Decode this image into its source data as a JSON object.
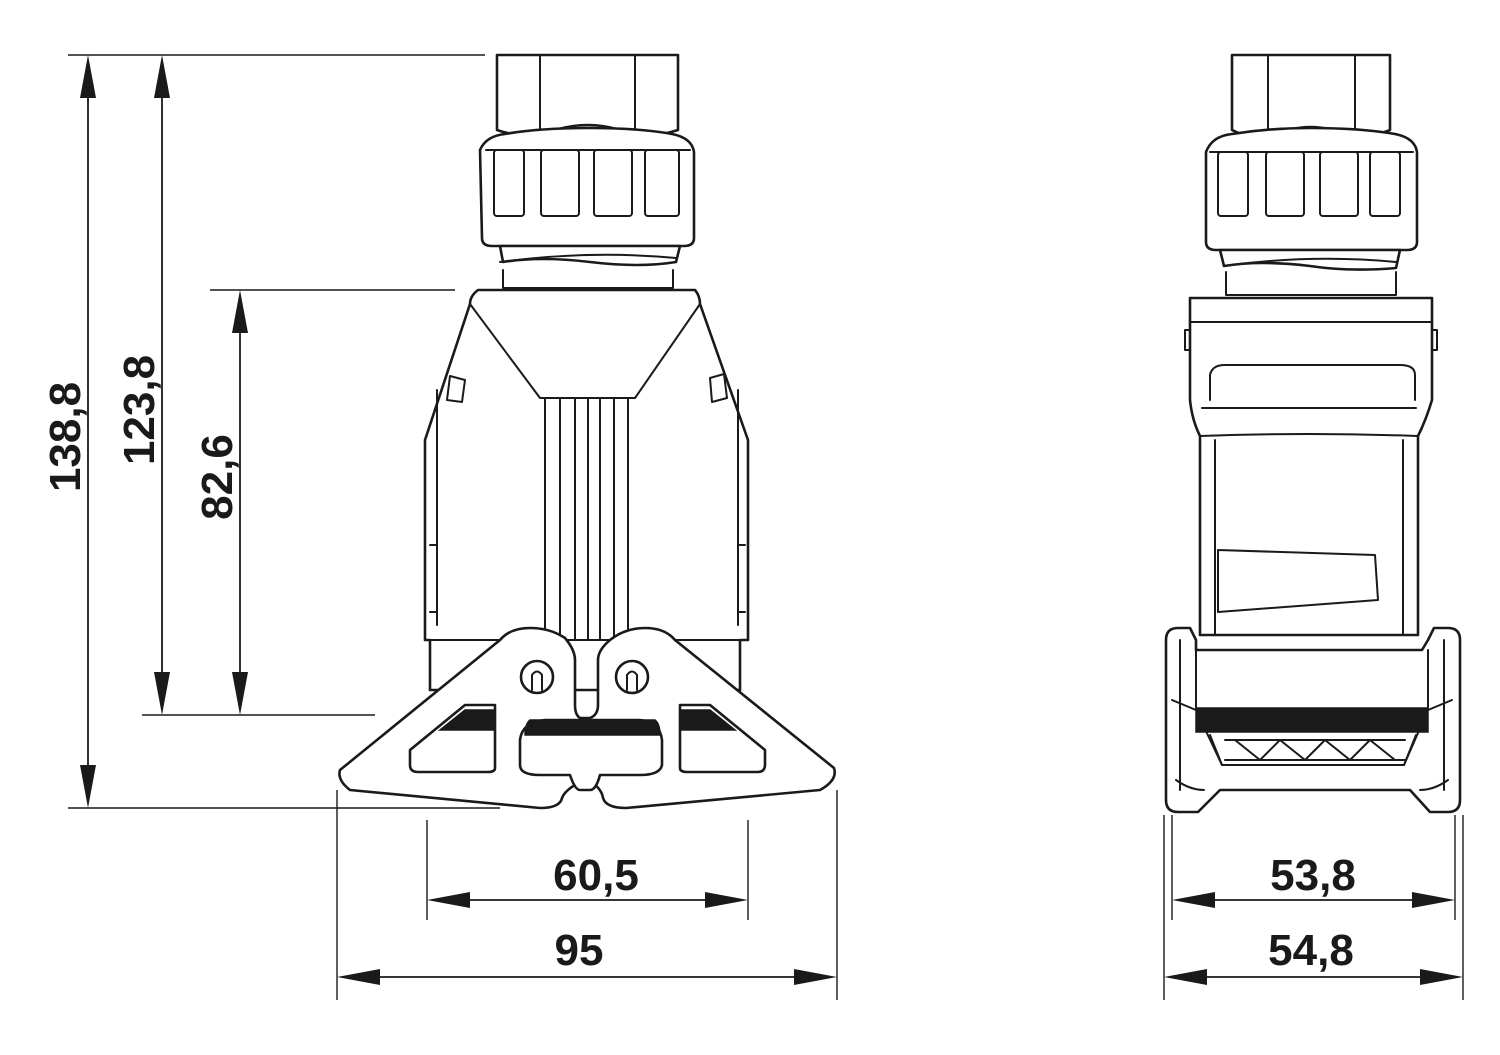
{
  "dimensions": {
    "height_total": "138,8",
    "height_upper": "123,8",
    "height_housing": "82,6",
    "width_lever_inner": "60,5",
    "width_lever_outer": "95",
    "width_side_inner": "53,8",
    "width_side_outer": "54,8"
  },
  "colors": {
    "line": "#1a1a1a",
    "background": "#ffffff"
  }
}
